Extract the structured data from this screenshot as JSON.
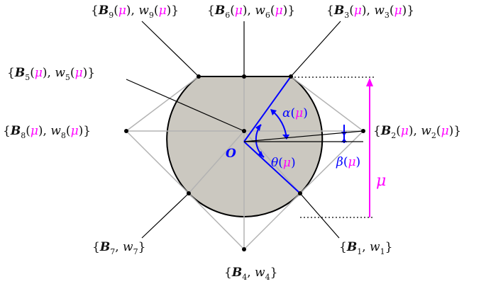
{
  "colors": {
    "region_fill": "#cbc8c0",
    "outline": "#000000",
    "control_polygon": "#b3b3b3",
    "accent_blue": "#0000ff",
    "magenta": "#ff00ff"
  },
  "labels": {
    "b9": {
      "pre": "{",
      "B": "B",
      "n": "9",
      "w": "w",
      "post": "}"
    },
    "b6": {
      "pre": "{",
      "B": "B",
      "n": "6",
      "w": "w",
      "post": "}"
    },
    "b3": {
      "pre": "{",
      "B": "B",
      "n": "3",
      "w": "w",
      "post": "}"
    },
    "b5": {
      "pre": "{",
      "B": "B",
      "n": "5",
      "w": "w",
      "post": "}"
    },
    "b8": {
      "pre": "{",
      "B": "B",
      "n": "8",
      "w": "w",
      "post": "}"
    },
    "b2": {
      "pre": "{",
      "B": "B",
      "n": "2",
      "w": "w",
      "post": "}"
    },
    "b7": {
      "pre": "{",
      "B": "B",
      "n": "7",
      "w": "w",
      "post": "}"
    },
    "b1": {
      "pre": "{",
      "B": "B",
      "n": "1",
      "w": "w",
      "post": "}"
    },
    "b4": {
      "pre": "{",
      "B": "B",
      "n": "4",
      "w": "w",
      "post": "}"
    },
    "mu_symbol": "μ",
    "origin": "O",
    "alpha": "α",
    "beta": "β",
    "theta": "θ",
    "paren_open": "(",
    "paren_close": ")",
    "comma": ", "
  }
}
